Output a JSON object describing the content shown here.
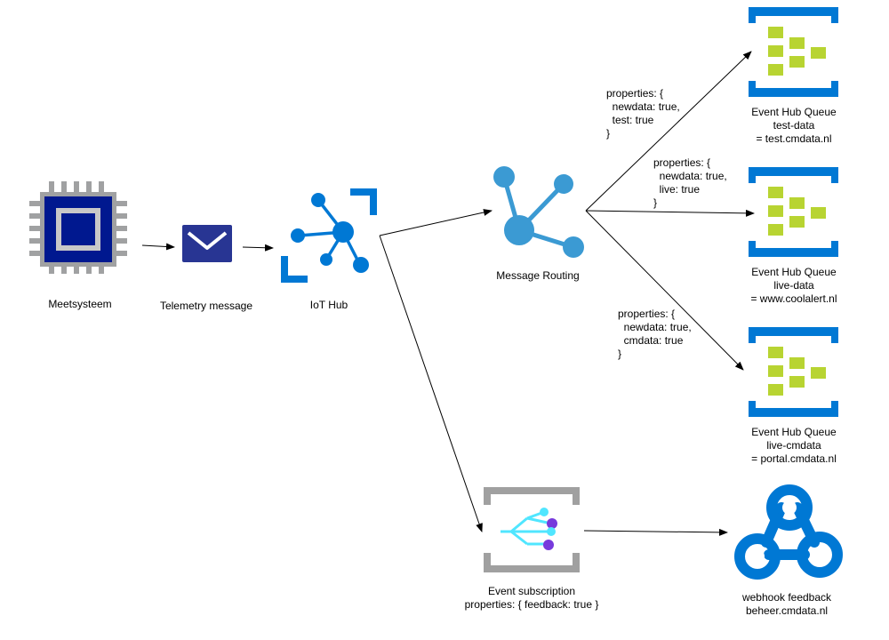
{
  "colors": {
    "azure_blue": "#0078d4",
    "hub_blue": "#3b9ad3",
    "chip_navy": "#00188f",
    "chip_gray": "#a0a1a2",
    "envelope_navy": "#283593",
    "queue_green": "#b8d432",
    "grid_cyan": "#50e6ff",
    "grid_purple": "#773adc",
    "frame_gray": "#a0a0a0",
    "webhook_blue": "#0078d4"
  },
  "nodes": {
    "meetsysteem": {
      "label": "Meetsysteem",
      "icon": "processor-chip-icon"
    },
    "telemetry": {
      "label": "Telemetry message",
      "icon": "envelope-icon"
    },
    "iothub": {
      "label": "IoT Hub",
      "icon": "iot-hub-icon"
    },
    "routing": {
      "label": "Message Routing",
      "icon": "hub-spoke-icon"
    },
    "queue1": {
      "line1": "Event Hub Queue",
      "line2": "test-data",
      "line3": "= test.cmdata.nl",
      "icon": "event-hub-icon"
    },
    "queue2": {
      "line1": "Event Hub Queue",
      "line2": "live-data",
      "line3": "= www.coolalert.nl",
      "icon": "event-hub-icon"
    },
    "queue3": {
      "line1": "Event Hub Queue",
      "line2": "live-cmdata",
      "line3": "= portal.cmdata.nl",
      "icon": "event-hub-icon"
    },
    "subscription": {
      "line1": "Event subscription",
      "line2": "properties: { feedback: true }",
      "icon": "event-grid-icon"
    },
    "webhook": {
      "line1": "webhook feedback",
      "line2": "beheer.cmdata.nl",
      "icon": "webhook-icon"
    }
  },
  "route_props": {
    "r1": {
      "l1": "properties: {",
      "l2": "  newdata: true,",
      "l3": "  test: true",
      "l4": "}"
    },
    "r2": {
      "l1": "properties: {",
      "l2": "  newdata: true,",
      "l3": "  live: true",
      "l4": "}"
    },
    "r3": {
      "l1": "properties: {",
      "l2": "  newdata: true,",
      "l3": "  cmdata: true",
      "l4": "}"
    }
  }
}
